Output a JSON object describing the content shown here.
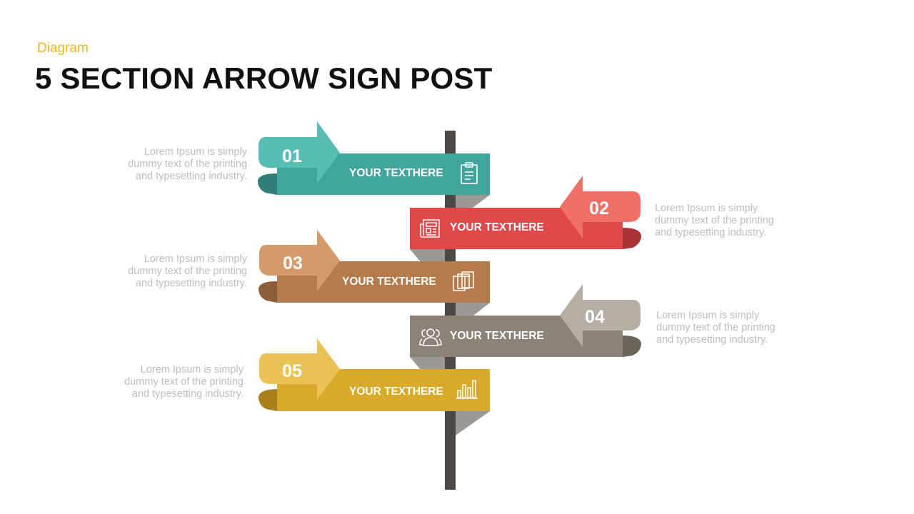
{
  "header": {
    "kicker": "Diagram",
    "title": "5 SECTION ARROW SIGN POST"
  },
  "colors": {
    "kicker": "#f2b51c",
    "pole": "#4d4843",
    "description_text": "#bdbdbd"
  },
  "signs": [
    {
      "number": "01",
      "label": "YOUR TEXTHERE",
      "icon": "clipboard-icon",
      "direction": "left-panel-arrow-right",
      "colors": {
        "main": "#41a59d",
        "light": "#58bdb5",
        "dark": "#2f7e78"
      },
      "description": "Lorem Ipsum  is simply\ndummy  text of the printing\nand typesetting  industry."
    },
    {
      "number": "02",
      "label": "YOUR TEXTHERE",
      "icon": "newspaper-icon",
      "direction": "right-panel-arrow-left",
      "colors": {
        "main": "#e2474a",
        "light": "#f06f67",
        "dark": "#a83234"
      },
      "description": "Lorem Ipsum  is simply\ndummy  text of the printing\nand typesetting  industry."
    },
    {
      "number": "03",
      "label": "YOUR TEXTHERE",
      "icon": "documents-icon",
      "direction": "left-panel-arrow-right",
      "colors": {
        "main": "#b67b4b",
        "light": "#d69a6a",
        "dark": "#8b5d38"
      },
      "description": "Lorem Ipsum  is simply\ndummy  text of the printing\nand typesetting  industry."
    },
    {
      "number": "04",
      "label": "YOUR TEXTHERE",
      "icon": "users-icon",
      "direction": "right-panel-arrow-left",
      "colors": {
        "main": "#8b8377",
        "light": "#b4aea5",
        "dark": "#6a645b"
      },
      "description": "Lorem Ipsum  is simply\ndummy  text of the printing\nand typesetting  industry."
    },
    {
      "number": "05",
      "label": "YOUR TEXTHERE",
      "icon": "bar-chart-icon",
      "direction": "left-panel-arrow-right",
      "colors": {
        "main": "#d8a92a",
        "light": "#e9c355",
        "dark": "#a8811d"
      },
      "description": "Lorem Ipsum  is simply\ndummy  text of the printing\nand typesetting  industry."
    }
  ]
}
